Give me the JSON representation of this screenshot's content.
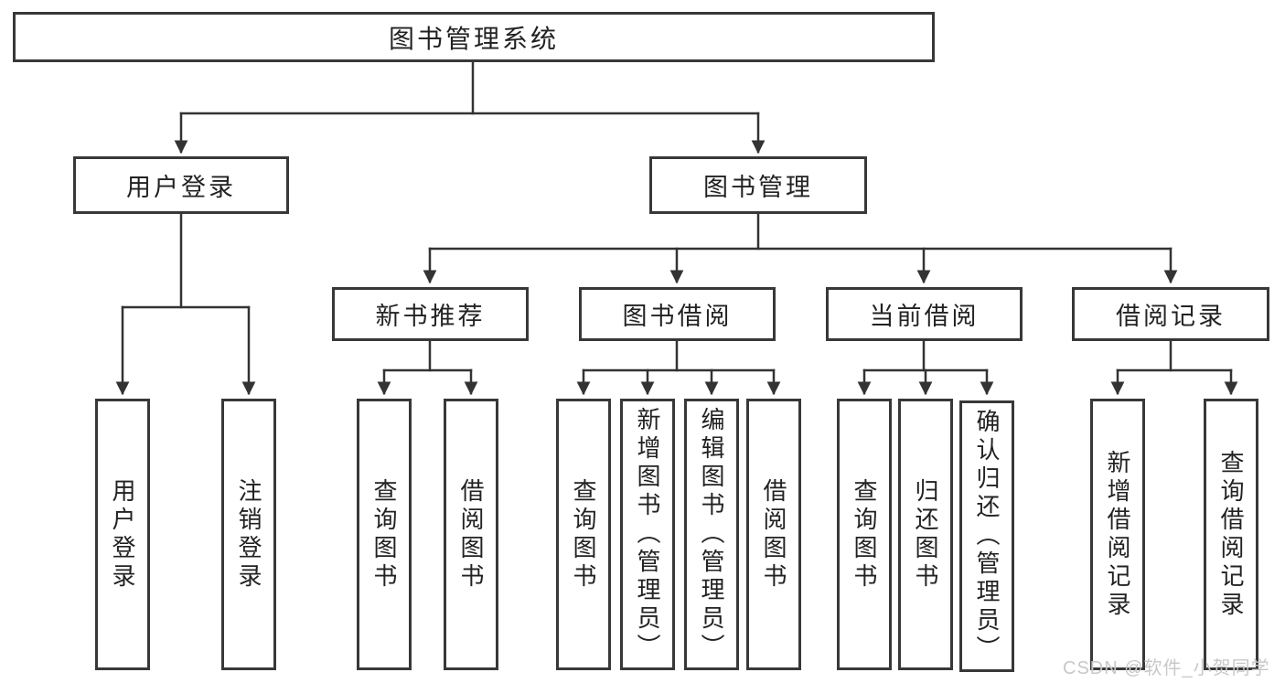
{
  "diagram_type": "hierarchy-tree",
  "colors": {
    "line": "#333333",
    "box_border": "#383838",
    "text": "#222222",
    "watermark": "#c8c8c8",
    "background": "#ffffff"
  },
  "watermark": {
    "text": "CSDN @软件_小贺同学"
  },
  "tree": {
    "label": "图书管理系统",
    "children": [
      {
        "label": "用户登录",
        "children": [
          {
            "label": "用户登录"
          },
          {
            "label": "注销登录"
          }
        ]
      },
      {
        "label": "图书管理",
        "children": [
          {
            "label": "新书推荐",
            "children": [
              {
                "label": "查询图书"
              },
              {
                "label": "借阅图书"
              }
            ]
          },
          {
            "label": "图书借阅",
            "children": [
              {
                "label": "查询图书"
              },
              {
                "label": "新增图书（管理员）"
              },
              {
                "label": "编辑图书（管理员）"
              },
              {
                "label": "借阅图书"
              }
            ]
          },
          {
            "label": "当前借阅",
            "children": [
              {
                "label": "查询图书"
              },
              {
                "label": "归还图书"
              },
              {
                "label": "确认归还（管理员）"
              }
            ]
          },
          {
            "label": "借阅记录",
            "children": [
              {
                "label": "新增借阅记录"
              },
              {
                "label": "查询借阅记录"
              }
            ]
          }
        ]
      }
    ]
  }
}
